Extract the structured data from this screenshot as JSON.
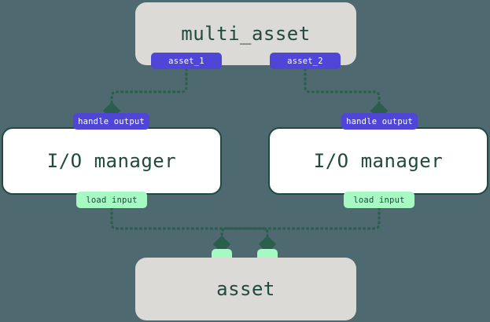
{
  "diagram": {
    "background_color": "#4e6a70",
    "edge_color": "#2b5e4c",
    "nodes": [
      {
        "id": "multi_asset",
        "label": "multi_asset",
        "type": "asset-node",
        "fill": "#dcdad7",
        "text_color": "#1f4a3d"
      },
      {
        "id": "io_manager_left",
        "label": "I/O manager",
        "type": "io-manager-node",
        "fill": "#ffffff",
        "text_color": "#1f4a3d"
      },
      {
        "id": "io_manager_right",
        "label": "I/O manager",
        "type": "io-manager-node",
        "fill": "#ffffff",
        "text_color": "#1f4a3d"
      },
      {
        "id": "asset",
        "label": "asset",
        "type": "asset-node",
        "fill": "#dcdad7",
        "text_color": "#1f4a3d"
      }
    ],
    "badges": {
      "asset_1": "asset_1",
      "asset_2": "asset_2",
      "handle_output_left": "handle output",
      "handle_output_right": "handle output",
      "load_input_left": "load input",
      "load_input_right": "load input",
      "input_handle_left": "",
      "input_handle_right": ""
    },
    "badge_colors": {
      "output": "#4f46d8",
      "output_text": "#ffffff",
      "input": "#a6f9c3",
      "input_text": "#1f4a3d"
    },
    "edges": [
      {
        "id": "edge-asset1-to-handle-output-left",
        "from": "asset_1",
        "to": "handle_output_left",
        "style": "dotted",
        "arrow": "diamond"
      },
      {
        "id": "edge-asset2-to-handle-output-right",
        "from": "asset_2",
        "to": "handle_output_right",
        "style": "dotted",
        "arrow": "diamond"
      },
      {
        "id": "edge-load-input-left-to-asset",
        "from": "load_input_left",
        "to": "input_handle_right",
        "style": "dotted",
        "arrow": "diamond"
      },
      {
        "id": "edge-load-input-right-to-asset",
        "from": "load_input_right",
        "to": "input_handle_left",
        "style": "dotted",
        "arrow": "diamond"
      }
    ]
  }
}
